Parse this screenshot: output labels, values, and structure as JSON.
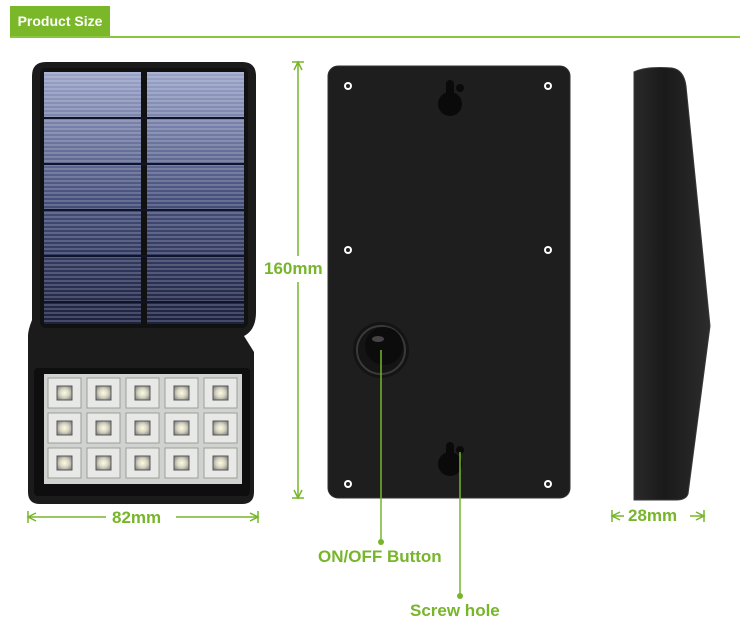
{
  "header": {
    "title": "Product Size"
  },
  "dimensions": {
    "height": "160mm",
    "width": "82mm",
    "depth": "28mm"
  },
  "callouts": {
    "button": "ON/OFF Button",
    "screw": "Screw hole"
  },
  "colors": {
    "accent": "#7ab829",
    "body": "#1e1e1e",
    "panel": "#2f3a60"
  }
}
